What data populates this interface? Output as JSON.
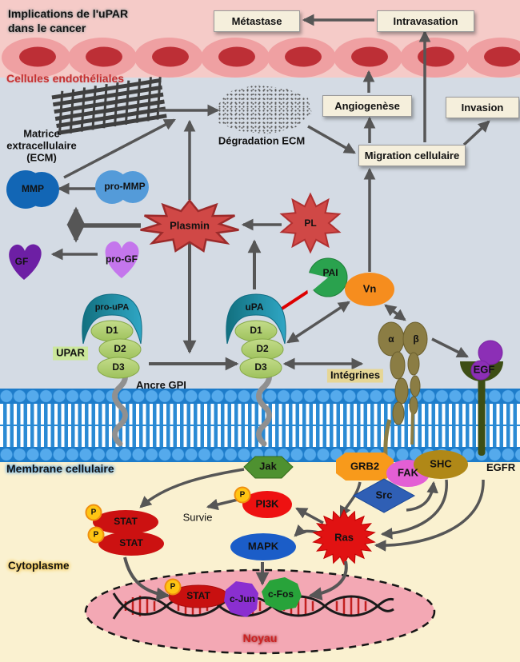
{
  "title": "Implications de l'uPAR\ndans le cancer",
  "process_boxes": {
    "metastase": "Métastase",
    "intravasation": "Intravasation",
    "angiogenese": "Angiogenèse",
    "invasion": "Invasion",
    "migration": "Migration cellulaire"
  },
  "region_labels": {
    "cellules_endotheliales": "Cellules endothéliales",
    "matrice_ecm": "Matrice\nextracellulaire\n(ECM)",
    "degradation_ecm": "Dégradation ECM",
    "upar": "UPAR",
    "ancre_gpi": "Ancre GPI",
    "integrines": "Intégrines",
    "alpha": "α",
    "beta": "β",
    "membrane_cellulaire": "Membrane cellulaire",
    "cytoplasme": "Cytoplasme",
    "egfr": "EGFR",
    "survie": "Survie",
    "noyau": "Noyau"
  },
  "molecules": {
    "mmp": "MMP",
    "pro_mmp": "pro-MMP",
    "plasmin": "Plasmin",
    "pl": "PL",
    "gf": "GF",
    "pro_gf": "pro-GF",
    "pai": "PAI",
    "vn": "Vn",
    "pro_upa": "pro-uPA",
    "upa": "uPA",
    "d1": "D1",
    "d2": "D2",
    "d3": "D3",
    "egf": "EGF",
    "jak": "Jak",
    "grb2": "GRB2",
    "fak": "FAK",
    "shc": "SHC",
    "src": "Src",
    "pi3k": "PI3K",
    "stat": "STAT",
    "mapk": "MAPK",
    "ras": "Ras",
    "c_jun": "c-Jun",
    "c_fos": "c-Fos",
    "phospho": "P"
  },
  "colors": {
    "band_pink": "#f5cbc8",
    "band_blue_gray": "#d4dbe4",
    "cytoplasm_cream": "#faf1d0",
    "membrane_blue": "#2a8ad4",
    "nucleus_pink": "#f3a8b4",
    "arrow_gray": "#565656",
    "box_bg": "#f5efdc",
    "cell_outer": "#efa0a2",
    "cell_inner": "#bd2f36",
    "plasmin_red": "#d04846",
    "ras_red": "#e11212",
    "upa_teal": "#1f8ca6",
    "domain_green": "#aecc6e",
    "mmp_blue": "#1266b5",
    "pro_mmp_blue": "#549bd9",
    "gf_purple": "#6d1fa4",
    "pro_gf_violet": "#c476ec",
    "pai_green": "#2aa24e",
    "vn_orange": "#f68d1e",
    "grb2_orange": "#f89a1b",
    "fak_magenta": "#e35fd4",
    "shc_gold": "#b08817",
    "src_blue": "#2f5fb5",
    "jak_green": "#4e9130",
    "pi3k_red": "#ee1111",
    "stat_red": "#cc1111",
    "mapk_blue": "#1b5dc8",
    "egf_purple": "#8c2fb6",
    "egfr_green": "#3d4e15",
    "integrin_olive": "#8b7d44",
    "inhibition_red": "#dd0000"
  }
}
